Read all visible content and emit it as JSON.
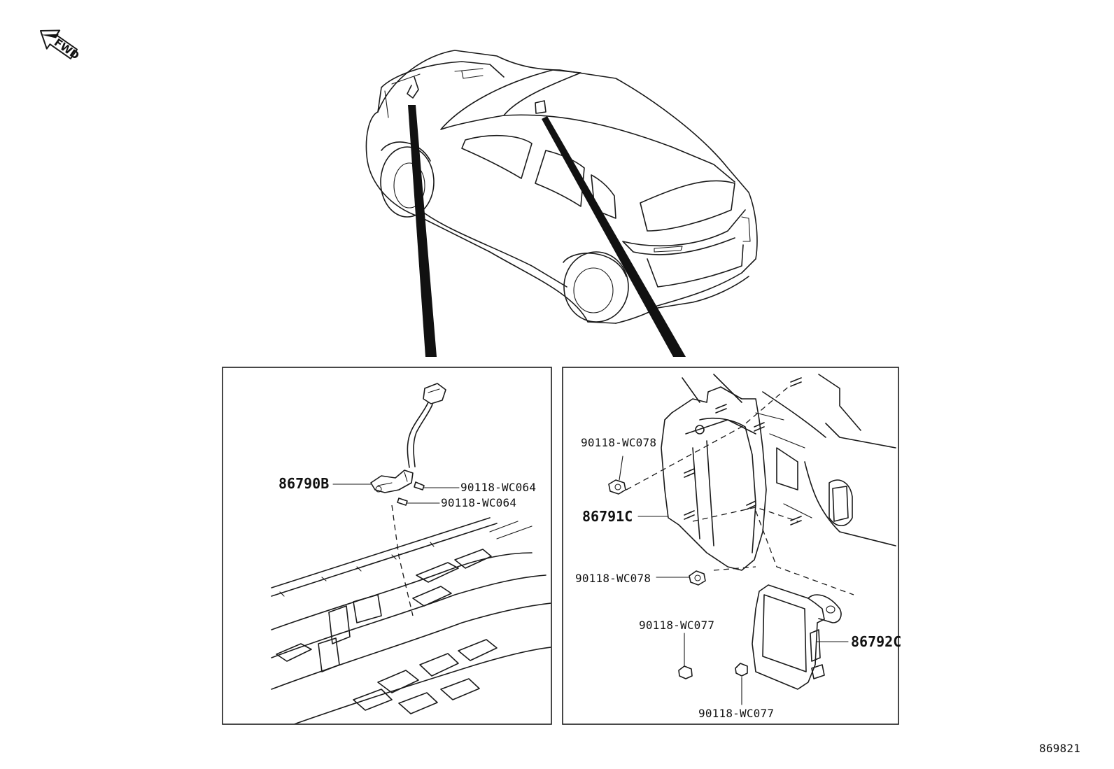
{
  "direction_marker": {
    "text": "FWD",
    "icon": "forward-arrow-icon"
  },
  "left_detail": {
    "parts": [
      {
        "part_number": "86790B"
      },
      {
        "part_number": "90118-WC064"
      },
      {
        "part_number": "90118-WC064"
      }
    ]
  },
  "right_detail": {
    "parts": [
      {
        "part_number": "90118-WC078"
      },
      {
        "part_number": "86791C"
      },
      {
        "part_number": "90118-WC078"
      },
      {
        "part_number": "90118-WC077"
      },
      {
        "part_number": "86792C"
      },
      {
        "part_number": "90118-WC077"
      }
    ]
  },
  "diagram_id": "869821"
}
